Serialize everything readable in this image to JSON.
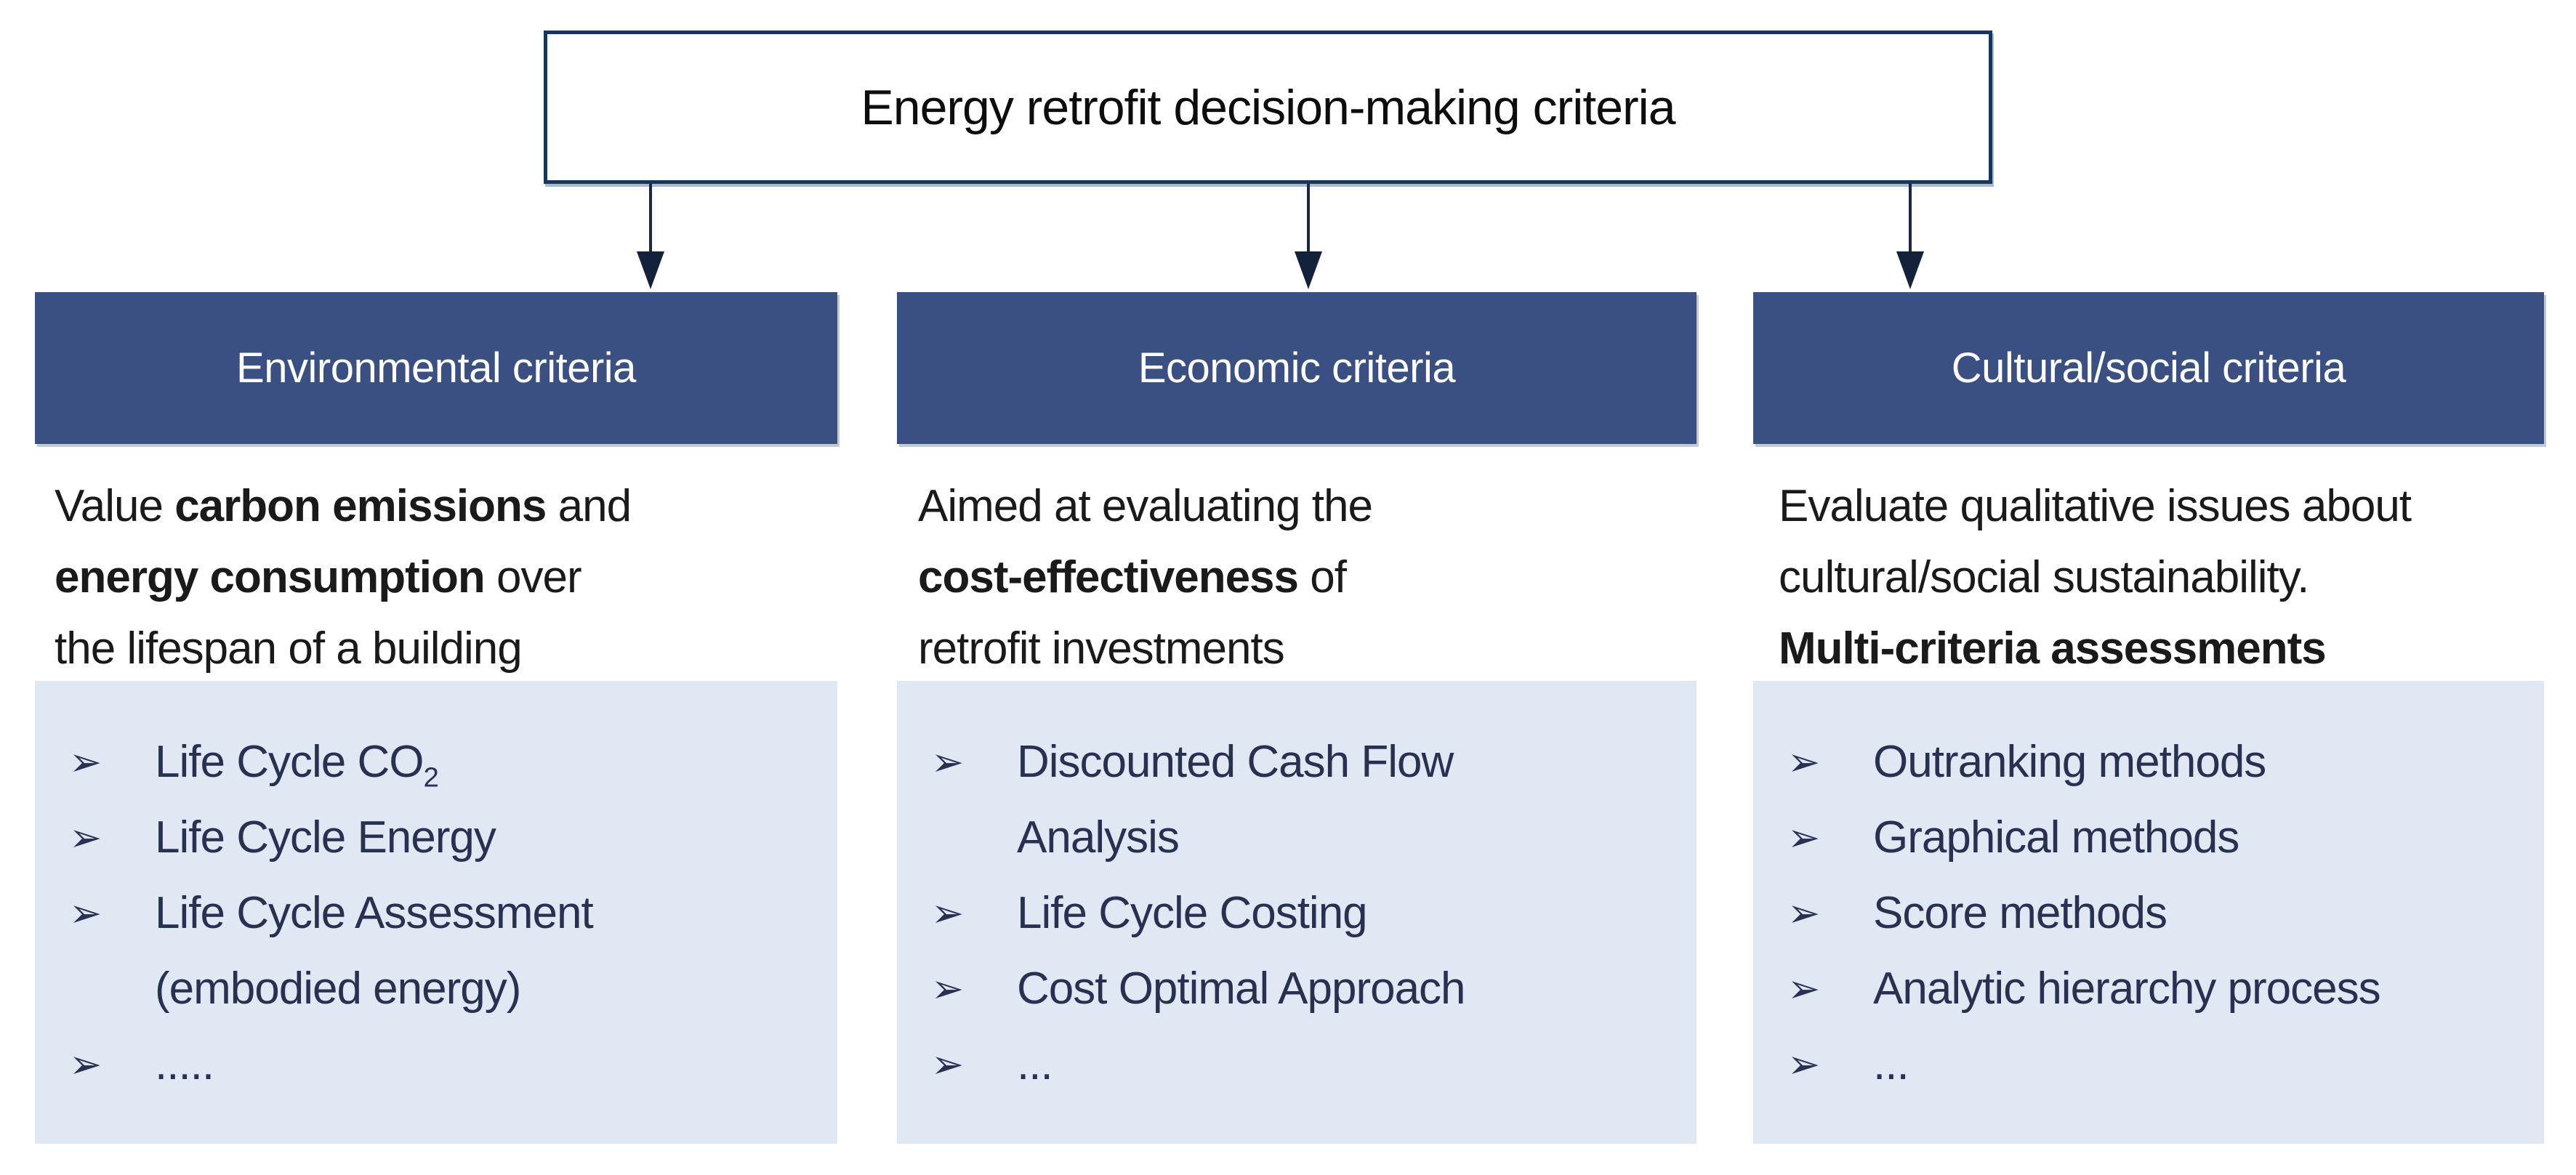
{
  "title": "Energy retrofit decision-making criteria",
  "bullet_glyph": "➢",
  "colors": {
    "header_bg": "#3b5082",
    "panel_bg": "#dfe8f3",
    "navy_text": "#283250",
    "title_border": "#17365d",
    "desc_text": "#1a1a1a",
    "arrow": "#14213b"
  },
  "columns": [
    {
      "header": "Environmental criteria",
      "desc": [
        {
          "pre": "Value ",
          "bold": "carbon emissions",
          "post": " and"
        },
        {
          "pre": "",
          "bold": "energy consumption",
          "post": " over"
        },
        {
          "pre": "the lifespan of a building",
          "bold": "",
          "post": ""
        }
      ],
      "items": [
        {
          "text": "Life Cycle CO",
          "sub": "2",
          "text2": ""
        },
        {
          "text": "Life Cycle Energy",
          "sub": "",
          "text2": ""
        },
        {
          "text": "Life Cycle Assessment",
          "sub": "",
          "text2": "(embodied energy)"
        },
        {
          "text": ".....",
          "sub": "",
          "text2": ""
        }
      ]
    },
    {
      "header": "Economic criteria",
      "desc": [
        {
          "pre": "Aimed at evaluating the",
          "bold": "",
          "post": ""
        },
        {
          "pre": "",
          "bold": "cost-effectiveness",
          "post": " of"
        },
        {
          "pre": "retrofit investments",
          "bold": "",
          "post": ""
        }
      ],
      "items": [
        {
          "text": "Discounted Cash Flow",
          "sub": "",
          "text2": "Analysis"
        },
        {
          "text": "Life Cycle Costing",
          "sub": "",
          "text2": ""
        },
        {
          "text": "Cost Optimal Approach",
          "sub": "",
          "text2": ""
        },
        {
          "text": "...",
          "sub": "",
          "text2": ""
        }
      ]
    },
    {
      "header": "Cultural/social criteria",
      "desc": [
        {
          "pre": "Evaluate qualitative issues about",
          "bold": "",
          "post": ""
        },
        {
          "pre": "cultural/social sustainability.",
          "bold": "",
          "post": ""
        },
        {
          "pre": "",
          "bold": "Multi-criteria assessments",
          "post": ""
        }
      ],
      "items": [
        {
          "text": "Outranking methods",
          "sub": "",
          "text2": ""
        },
        {
          "text": "Graphical methods",
          "sub": "",
          "text2": ""
        },
        {
          "text": "Score methods",
          "sub": "",
          "text2": ""
        },
        {
          "text": "Analytic hierarchy process",
          "sub": "",
          "text2": ""
        },
        {
          "text": "...",
          "sub": "",
          "text2": ""
        }
      ]
    }
  ]
}
